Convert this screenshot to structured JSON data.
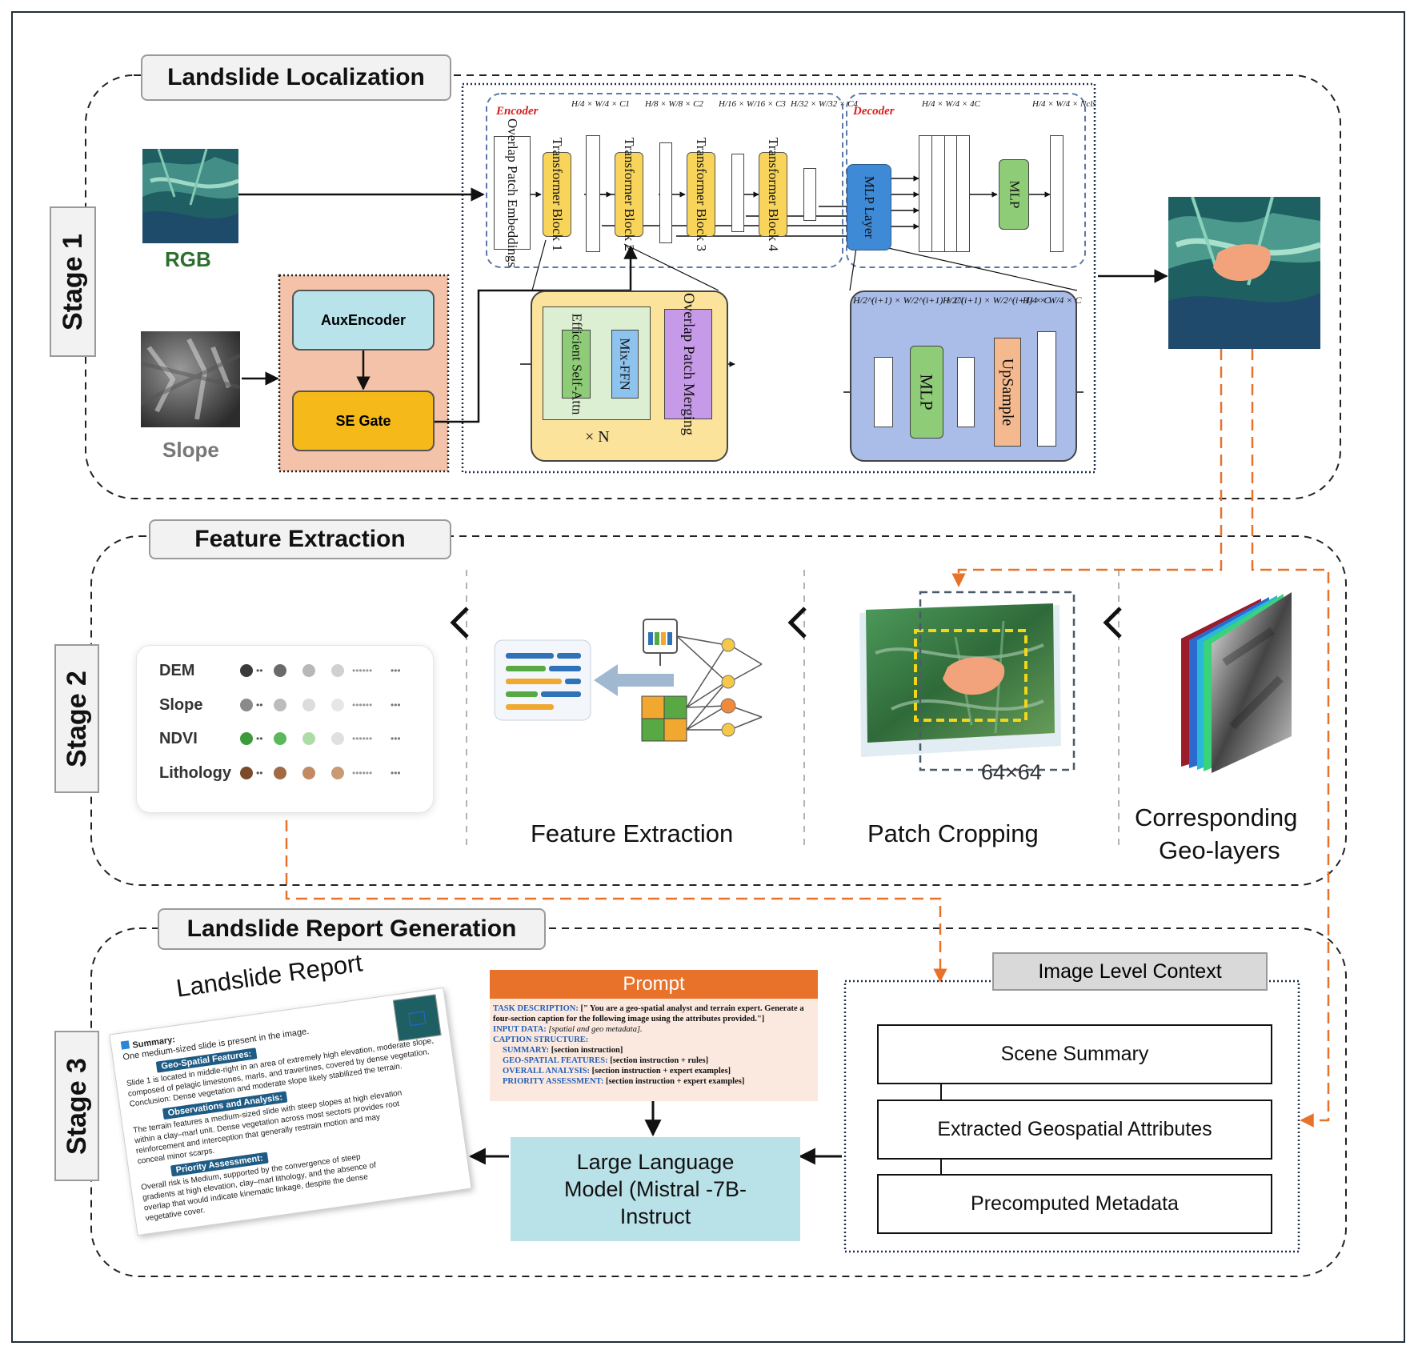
{
  "stage1": {
    "label": "Stage 1",
    "title": "Landslide Localization",
    "rgb_label": "RGB",
    "slope_label": "Slope",
    "aux_encoder": "AuxEncoder",
    "se_gate": "SE Gate",
    "encoder_label": "Encoder",
    "decoder_label": "Decoder",
    "overlap_patch_embeddings": "Overlap Patch Embeddings",
    "transformer_blocks": [
      "Transformer Block 1",
      "Transformer Block 2",
      "Transformer Block 3",
      "Transformer Block 4"
    ],
    "mlp_layer": "MLP Layer",
    "mlp": "MLP",
    "efficient_self_attn": "Efficient Self-Attn",
    "mix_ffn": "Mix-FFN",
    "overlap_patch_merging": "Overlap Patch Merging",
    "times_n": "× N",
    "upsample": "UpSample",
    "dims_encoder": [
      "H/4 × W/4 × C1",
      "H/8 × W/8 × C2",
      "H/16 × W/16 × C3",
      "H/32 × W/32 × C4"
    ],
    "dims_decoder": [
      "H/4 × W/4 × 4C",
      "H/4 × W/4 × Ncls"
    ],
    "dims_mlp_detail": [
      "H/2^(i+1) × W/2^(i+1) × Ci",
      "H/2^(i+1) × W/2^(i+1) × C",
      "H/4 × W/4 × C"
    ]
  },
  "stage2": {
    "label": "Stage 2",
    "title": "Feature Extraction",
    "features": [
      "DEM",
      "Slope",
      "NDVI",
      "Lithology"
    ],
    "feature_colors": [
      "#3a3a3a",
      "#8a8a8a",
      "#3c9a3c",
      "#7a4a2a"
    ],
    "feature_extraction_caption": "Feature Extraction",
    "patch_cropping_caption": "Patch Cropping",
    "patch_size": "64×64",
    "geo_layers_caption_line1": "Corresponding",
    "geo_layers_caption_line2": "Geo-layers"
  },
  "stage3": {
    "label": "Stage 3",
    "title": "Landslide Report Generation",
    "report_title": "Landslide Report",
    "report": {
      "summary_label": "Summary:",
      "summary_text": "One medium-sized slide is present in the image.",
      "geo_label": "Geo-Spatial Features:",
      "geo_text_1": "Slide 1 is located in middle-right in an area of extremely high elevation, moderate slope,",
      "geo_text_2": "composed of pelagic limestones, marls, and travertines, covered by dense vegetation.",
      "geo_text_3": "Conclusion: Dense vegetation and moderate slope likely stabilized the terrain.",
      "obs_label": "Observations and Analysis:",
      "obs_text_1": "The terrain features a medium-sized slide with steep slopes at high elevation",
      "obs_text_2": "within a clay–marl unit. Dense vegetation across most sectors provides root",
      "obs_text_3": "reinforcement and interception that generally restrain motion and may",
      "obs_text_4": "conceal minor scarps.",
      "priority_label": "Priority Assessment:",
      "priority_text_1": "Overall risk is Medium, supported by the convergence of steep",
      "priority_text_2": "gradients at high elevation, clay–marl lithology, and the absence of",
      "priority_text_3": "overlap that would indicate kinematic linkage, despite the dense",
      "priority_text_4": "vegetative cover."
    },
    "prompt_header": "Prompt",
    "prompt": {
      "task_key": "TASK DESCRIPTION:",
      "task_text": "[\" You are a geo-spatial analyst and terrain expert. Generate a four-section caption for the following image using the attributes provided.\"]",
      "input_key": "INPUT DATA:",
      "input_text": "[spatial and geo metadata].",
      "structure_key": "CAPTION STRUCTURE:",
      "summary_key": "SUMMARY:",
      "summary_text": "[section instruction]",
      "geo_key": "GEO-SPATIAL FEATURES:",
      "geo_text": "[section instruction + rules]",
      "overall_key": "OVERALL ANALYSIS:",
      "overall_text": "[section instruction + expert examples]",
      "priority_key": "PRIORITY ASSESSMENT:",
      "priority_text": "[section instruction + expert examples]"
    },
    "llm_line1": "Large Language",
    "llm_line2": "Model (Mistral -7B-",
    "llm_line3": "Instruct",
    "context_title": "Image Level Context",
    "context_items": [
      "Scene Summary",
      "Extracted Geospatial Attributes",
      "Precomputed Metadata"
    ]
  }
}
